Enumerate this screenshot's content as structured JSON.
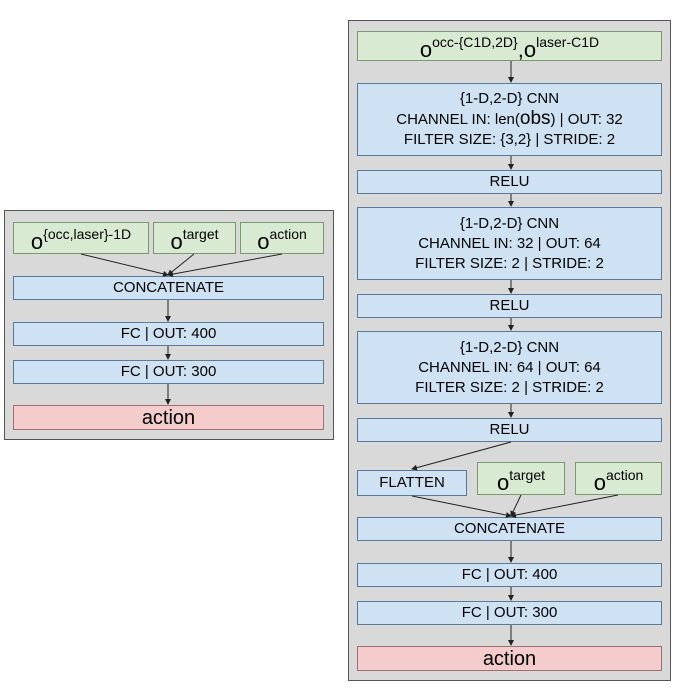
{
  "left": {
    "inputs": [
      {
        "base": "o",
        "sup": "{occ,laser}-1D"
      },
      {
        "base": "o",
        "sup": "target"
      },
      {
        "base": "o",
        "sup": "action"
      }
    ],
    "concat": "CONCATENATE",
    "fc1": "FC | OUT: 400",
    "fc2": "FC | OUT: 300",
    "output": "action"
  },
  "right": {
    "input": {
      "base1": "o",
      "sup1": "occ-{C1D,2D}",
      "sep": ",",
      "base2": "o",
      "sup2": "laser-C1D"
    },
    "cnn1": {
      "line1": "{1-D,2-D} CNN",
      "line2_pre": "CHANNEL IN: len(",
      "line2_big": "obs",
      "line2_post": ") | OUT: 32",
      "line3": "FILTER SIZE: {3,2} | STRIDE: 2"
    },
    "relu1": "RELU",
    "cnn2": {
      "line1": "{1-D,2-D} CNN",
      "line2": "CHANNEL IN: 32 | OUT: 64",
      "line3": "FILTER SIZE: 2 | STRIDE: 2"
    },
    "relu2": "RELU",
    "cnn3": {
      "line1": "{1-D,2-D} CNN",
      "line2": "CHANNEL IN: 64 | OUT: 64",
      "line3": "FILTER SIZE: 2 | STRIDE: 2"
    },
    "relu3": "RELU",
    "flatten": "FLATTEN",
    "target": {
      "base": "o",
      "sup": "target"
    },
    "action_in": {
      "base": "o",
      "sup": "action"
    },
    "concat": "CONCATENATE",
    "fc1": "FC | OUT: 400",
    "fc2": "FC | OUT: 300",
    "output": "action"
  }
}
